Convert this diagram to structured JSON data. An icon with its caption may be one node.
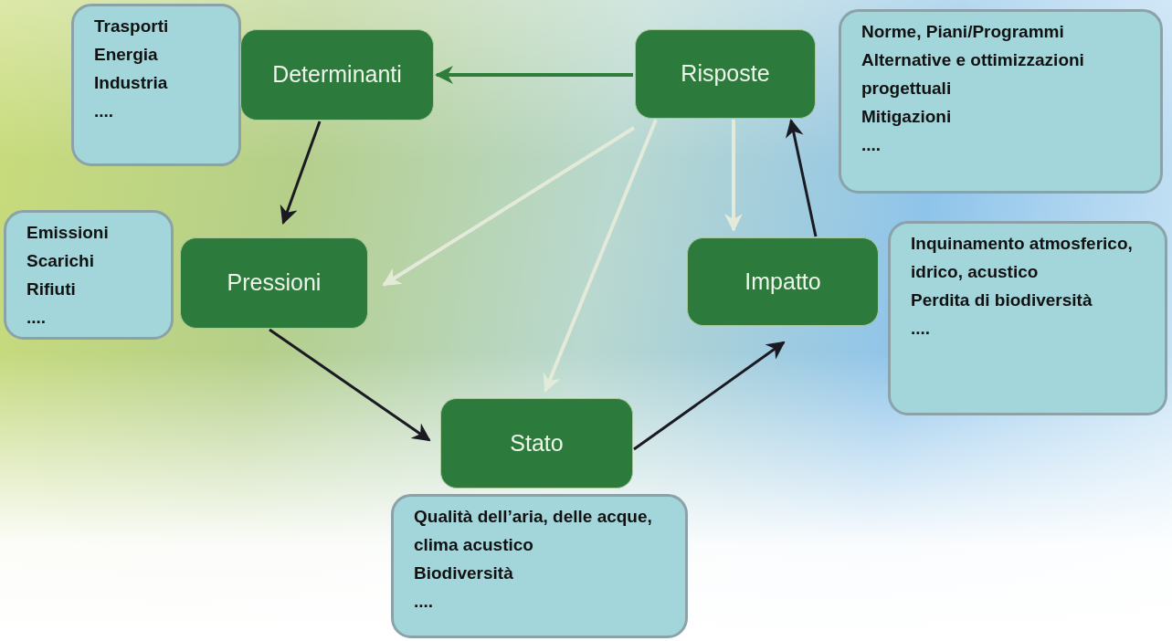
{
  "diagram": {
    "nodes": [
      {
        "text": [
          "Trasporti",
          "Energia",
          "Industria",
          "...."
        ]
      },
      {
        "text": [
          "Determinanti"
        ]
      },
      {
        "text": [
          "Risposte"
        ]
      },
      {
        "text": [
          "Norme, Piani/Programmi",
          "Alternative e ottimizzazioni progettuali",
          "Mitigazioni",
          "...."
        ]
      },
      {
        "text": [
          "Emissioni",
          "Scarichi",
          "Rifiuti",
          "...."
        ]
      },
      {
        "text": [
          "Pressioni"
        ]
      },
      {
        "text": [
          "Impatto"
        ]
      },
      {
        "text": [
          "Inquinamento atmosferico, idrico, acustico",
          "Perdita di biodiversità",
          "...."
        ]
      },
      {
        "text": [
          "Stato"
        ]
      },
      {
        "text": [
          "Qualità dell’aria, delle acque, clima acustico",
          "Biodiversità",
          "...."
        ]
      }
    ],
    "edges": [
      {
        "from": 2,
        "to": 1,
        "arrow": "to",
        "color": "#2e7d3a"
      },
      {
        "from": 1,
        "to": 5,
        "arrow": "to"
      },
      {
        "from": 2,
        "to": 5,
        "arrow": "to",
        "color": "#e3ead9"
      },
      {
        "from": 2,
        "to": 8,
        "arrow": "to",
        "color": "#e3ead9"
      },
      {
        "from": 2,
        "to": 6,
        "arrow": "to",
        "color": "#e3ead9"
      },
      {
        "from": 6,
        "to": 2,
        "arrow": "to"
      },
      {
        "from": 5,
        "to": 8,
        "arrow": "to"
      },
      {
        "from": 8,
        "to": 6,
        "arrow": "to"
      }
    ]
  }
}
